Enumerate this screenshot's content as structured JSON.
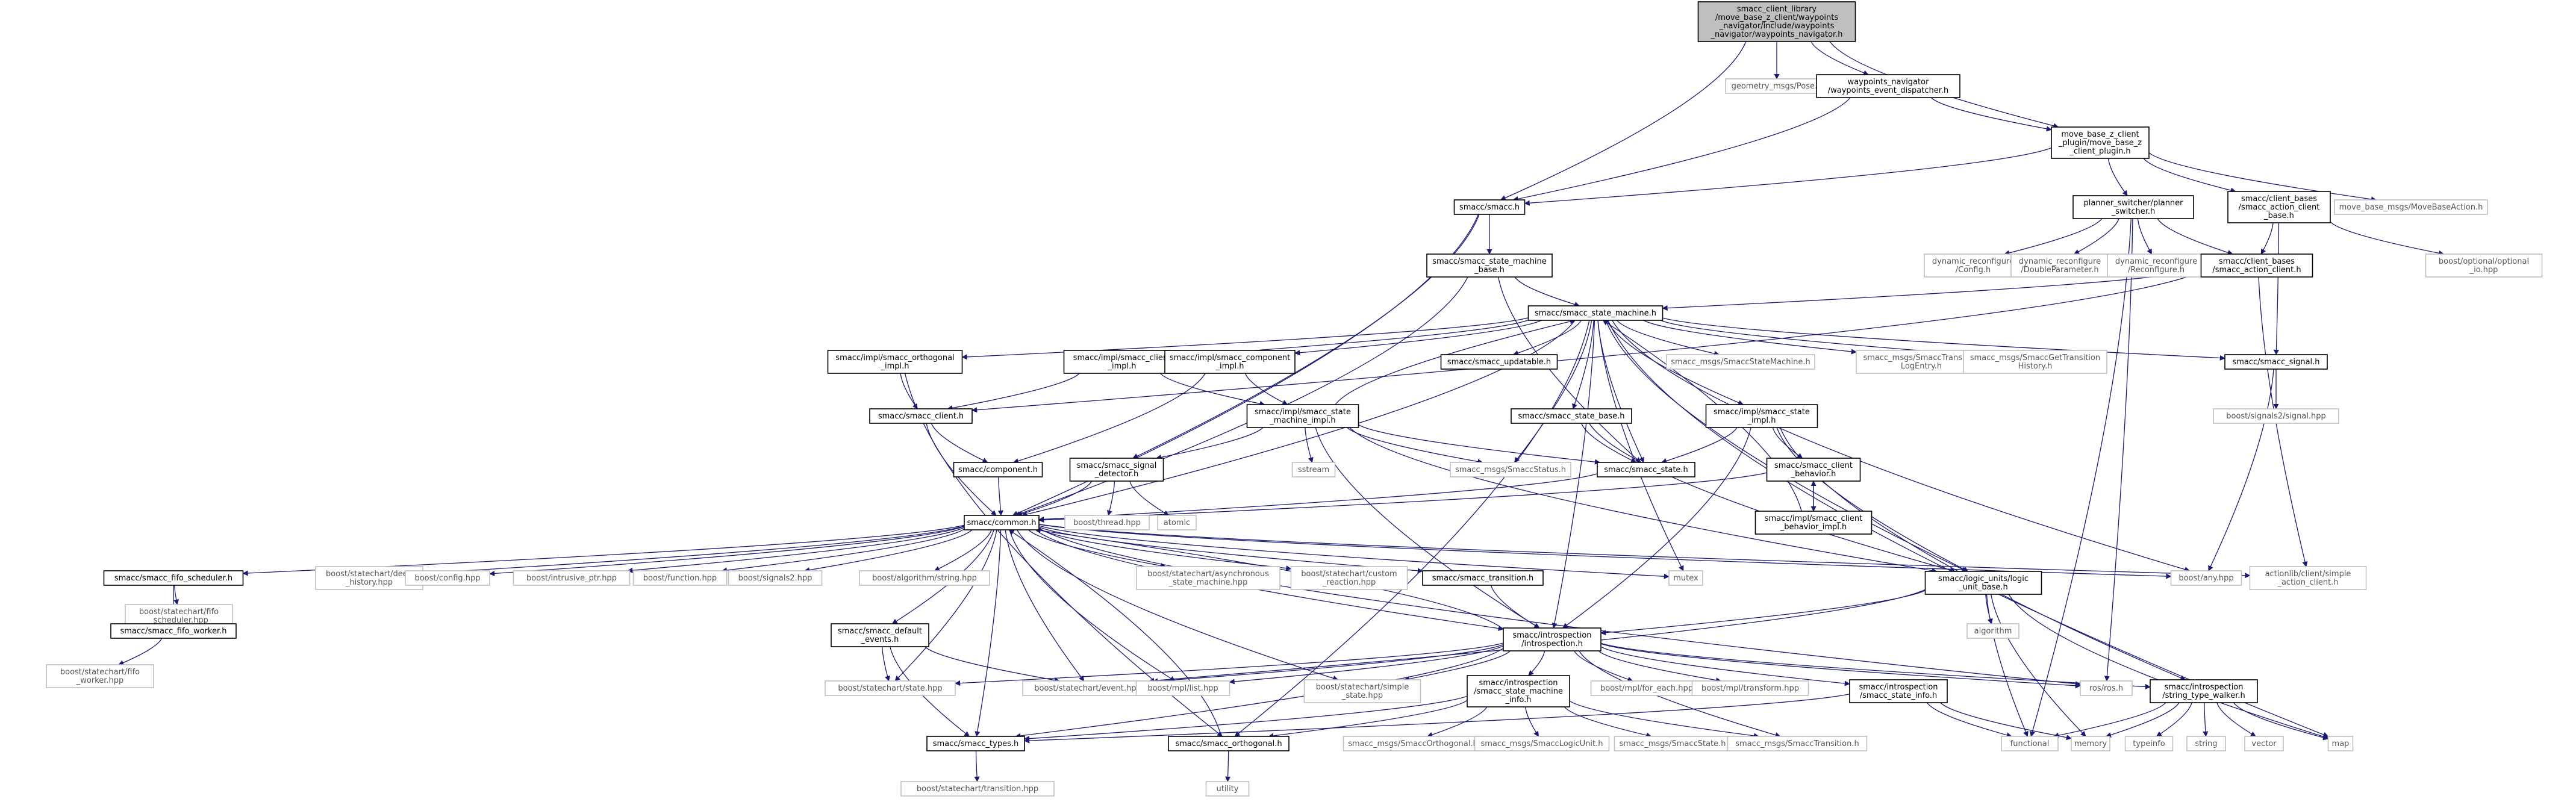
{
  "nodes": [
    {
      "id": "root",
      "lines": [
        "smacc_client_library",
        "/move_base_z_client/waypoints",
        "_navigator/include/waypoints",
        "_navigator/waypoints_navigator.h"
      ],
      "style": "root"
    },
    {
      "id": "geometry_pose",
      "lines": [
        "geometry_msgs/Pose.h"
      ],
      "style": "ext"
    },
    {
      "id": "wp_dispatcher",
      "lines": [
        "waypoints_navigator",
        "/waypoints_event_dispatcher.h"
      ],
      "style": "int"
    },
    {
      "id": "mbz_plugin",
      "lines": [
        "move_base_z_client",
        "_plugin/move_base_z",
        "_client_plugin.h"
      ],
      "style": "int"
    },
    {
      "id": "smacc_h",
      "lines": [
        "smacc/smacc.h"
      ],
      "style": "int"
    },
    {
      "id": "ccb_action_client_base",
      "lines": [
        "smacc/client_bases",
        "/smacc_action_client",
        "_base.h"
      ],
      "style": "int"
    },
    {
      "id": "mb_msgs_action",
      "lines": [
        "move_base_msgs/MoveBaseAction.h"
      ],
      "style": "ext"
    },
    {
      "id": "planner_switcher",
      "lines": [
        "planner_switcher/planner",
        "_switcher.h"
      ],
      "style": "int"
    },
    {
      "id": "boost_optional_io",
      "lines": [
        "boost/optional/optional",
        "_io.hpp"
      ],
      "style": "ext"
    },
    {
      "id": "state_machine_base",
      "lines": [
        "smacc/smacc_state_machine",
        "_base.h"
      ],
      "style": "int"
    },
    {
      "id": "dr_config",
      "lines": [
        "dynamic_reconfigure",
        "/Config.h"
      ],
      "style": "ext"
    },
    {
      "id": "dr_double",
      "lines": [
        "dynamic_reconfigure",
        "/DoubleParameter.h"
      ],
      "style": "ext"
    },
    {
      "id": "dr_reconf",
      "lines": [
        "dynamic_reconfigure",
        "/Reconfigure.h"
      ],
      "style": "ext"
    },
    {
      "id": "ccb_action_client",
      "lines": [
        "smacc/client_bases",
        "/smacc_action_client.h"
      ],
      "style": "int"
    },
    {
      "id": "state_machine",
      "lines": [
        "smacc/smacc_state_machine.h"
      ],
      "style": "int"
    },
    {
      "id": "impl_orthogonal",
      "lines": [
        "smacc/impl/smacc_orthogonal",
        "_impl.h"
      ],
      "style": "int"
    },
    {
      "id": "impl_client",
      "lines": [
        "smacc/impl/smacc_client",
        "_impl.h"
      ],
      "style": "int"
    },
    {
      "id": "impl_component",
      "lines": [
        "smacc/impl/smacc_component",
        "_impl.h"
      ],
      "style": "int"
    },
    {
      "id": "updatable",
      "lines": [
        "smacc/smacc_updatable.h"
      ],
      "style": "int"
    },
    {
      "id": "msg_statemachine",
      "lines": [
        "smacc_msgs/SmaccStateMachine.h"
      ],
      "style": "ext"
    },
    {
      "id": "msg_transition_log",
      "lines": [
        "smacc_msgs/SmaccTransition",
        "LogEntry.h"
      ],
      "style": "ext"
    },
    {
      "id": "msg_get_history",
      "lines": [
        "smacc_msgs/SmaccGetTransition",
        "History.h"
      ],
      "style": "ext"
    },
    {
      "id": "signal",
      "lines": [
        "smacc/smacc_signal.h"
      ],
      "style": "int"
    },
    {
      "id": "smacc_client",
      "lines": [
        "smacc/smacc_client.h"
      ],
      "style": "int"
    },
    {
      "id": "impl_state_machine",
      "lines": [
        "smacc/impl/smacc_state",
        "_machine_impl.h"
      ],
      "style": "int"
    },
    {
      "id": "state_base",
      "lines": [
        "smacc/smacc_state_base.h"
      ],
      "style": "int"
    },
    {
      "id": "impl_state",
      "lines": [
        "smacc/impl/smacc_state",
        "_impl.h"
      ],
      "style": "int"
    },
    {
      "id": "boost_signals2_signal",
      "lines": [
        "boost/signals2/signal.hpp"
      ],
      "style": "ext"
    },
    {
      "id": "component",
      "lines": [
        "smacc/component.h"
      ],
      "style": "int"
    },
    {
      "id": "signal_detector",
      "lines": [
        "smacc/smacc_signal",
        "_detector.h"
      ],
      "style": "int"
    },
    {
      "id": "sstream",
      "lines": [
        "sstream"
      ],
      "style": "ext"
    },
    {
      "id": "msg_status",
      "lines": [
        "smacc_msgs/SmaccStatus.h"
      ],
      "style": "ext"
    },
    {
      "id": "smacc_state",
      "lines": [
        "smacc/smacc_state.h"
      ],
      "style": "int"
    },
    {
      "id": "client_behavior",
      "lines": [
        "smacc/smacc_client",
        "_behavior.h"
      ],
      "style": "int"
    },
    {
      "id": "boost_thread",
      "lines": [
        "boost/thread.hpp"
      ],
      "style": "ext"
    },
    {
      "id": "atomic",
      "lines": [
        "atomic"
      ],
      "style": "ext"
    },
    {
      "id": "impl_client_behavior",
      "lines": [
        "smacc/impl/smacc_client",
        "_behavior_impl.h"
      ],
      "style": "int"
    },
    {
      "id": "common",
      "lines": [
        "smacc/common.h"
      ],
      "style": "int"
    },
    {
      "id": "fifo_scheduler",
      "lines": [
        "smacc/smacc_fifo_scheduler.h"
      ],
      "style": "int"
    },
    {
      "id": "b_deep_history",
      "lines": [
        "boost/statechart/deep",
        "_history.hpp"
      ],
      "style": "ext"
    },
    {
      "id": "b_config",
      "lines": [
        "boost/config.hpp"
      ],
      "style": "ext"
    },
    {
      "id": "b_intrusive",
      "lines": [
        "boost/intrusive_ptr.hpp"
      ],
      "style": "ext"
    },
    {
      "id": "b_function",
      "lines": [
        "boost/function.hpp"
      ],
      "style": "ext"
    },
    {
      "id": "b_signals2",
      "lines": [
        "boost/signals2.hpp"
      ],
      "style": "ext"
    },
    {
      "id": "b_alg_string",
      "lines": [
        "boost/algorithm/string.hpp"
      ],
      "style": "ext"
    },
    {
      "id": "b_async_sm",
      "lines": [
        "boost/statechart/asynchronous",
        "_state_machine.hpp"
      ],
      "style": "ext"
    },
    {
      "id": "b_custom_reaction",
      "lines": [
        "boost/statechart/custom",
        "_reaction.hpp"
      ],
      "style": "ext"
    },
    {
      "id": "transition",
      "lines": [
        "smacc/smacc_transition.h"
      ],
      "style": "int"
    },
    {
      "id": "mutex",
      "lines": [
        "mutex"
      ],
      "style": "ext"
    },
    {
      "id": "logic_unit_base",
      "lines": [
        "smacc/logic_units/logic",
        "_unit_base.h"
      ],
      "style": "int"
    },
    {
      "id": "b_any",
      "lines": [
        "boost/any.hpp"
      ],
      "style": "ext"
    },
    {
      "id": "actionlib_simple",
      "lines": [
        "actionlib/client/simple",
        "_action_client.h"
      ],
      "style": "ext"
    },
    {
      "id": "b_fifo_scheduler",
      "lines": [
        "boost/statechart/fifo",
        "_scheduler.hpp"
      ],
      "style": "ext"
    },
    {
      "id": "fifo_worker",
      "lines": [
        "smacc/smacc_fifo_worker.h"
      ],
      "style": "int"
    },
    {
      "id": "default_events",
      "lines": [
        "smacc/smacc_default",
        "_events.h"
      ],
      "style": "int"
    },
    {
      "id": "introspection",
      "lines": [
        "smacc/introspection",
        "/introspection.h"
      ],
      "style": "int"
    },
    {
      "id": "algorithm",
      "lines": [
        "algorithm"
      ],
      "style": "ext"
    },
    {
      "id": "b_fifo_worker",
      "lines": [
        "boost/statechart/fifo",
        "_worker.hpp"
      ],
      "style": "ext"
    },
    {
      "id": "b_state",
      "lines": [
        "boost/statechart/state.hpp"
      ],
      "style": "ext"
    },
    {
      "id": "b_event",
      "lines": [
        "boost/statechart/event.hpp"
      ],
      "style": "ext"
    },
    {
      "id": "b_mpl_list",
      "lines": [
        "boost/mpl/list.hpp"
      ],
      "style": "ext"
    },
    {
      "id": "b_simple_state",
      "lines": [
        "boost/statechart/simple",
        "_state.hpp"
      ],
      "style": "ext"
    },
    {
      "id": "intro_sm_info",
      "lines": [
        "smacc/introspection",
        "/smacc_state_machine",
        "_info.h"
      ],
      "style": "int"
    },
    {
      "id": "b_for_each",
      "lines": [
        "boost/mpl/for_each.hpp"
      ],
      "style": "ext"
    },
    {
      "id": "b_transform",
      "lines": [
        "boost/mpl/transform.hpp"
      ],
      "style": "ext"
    },
    {
      "id": "intro_state_info",
      "lines": [
        "smacc/introspection",
        "/smacc_state_info.h"
      ],
      "style": "int"
    },
    {
      "id": "ros",
      "lines": [
        "ros/ros.h"
      ],
      "style": "ext"
    },
    {
      "id": "string_walker",
      "lines": [
        "smacc/introspection",
        "/string_type_walker.h"
      ],
      "style": "int"
    },
    {
      "id": "types",
      "lines": [
        "smacc/smacc_types.h"
      ],
      "style": "int"
    },
    {
      "id": "orthogonal",
      "lines": [
        "smacc/smacc_orthogonal.h"
      ],
      "style": "int"
    },
    {
      "id": "msg_orthogonal",
      "lines": [
        "smacc_msgs/SmaccOrthogonal.h"
      ],
      "style": "ext"
    },
    {
      "id": "msg_logicunit",
      "lines": [
        "smacc_msgs/SmaccLogicUnit.h"
      ],
      "style": "ext"
    },
    {
      "id": "msg_state",
      "lines": [
        "smacc_msgs/SmaccState.h"
      ],
      "style": "ext"
    },
    {
      "id": "msg_transition",
      "lines": [
        "smacc_msgs/SmaccTransition.h"
      ],
      "style": "ext"
    },
    {
      "id": "functional",
      "lines": [
        "functional"
      ],
      "style": "ext"
    },
    {
      "id": "memory",
      "lines": [
        "memory"
      ],
      "style": "ext"
    },
    {
      "id": "typeinfo",
      "lines": [
        "typeinfo"
      ],
      "style": "ext"
    },
    {
      "id": "string",
      "lines": [
        "string"
      ],
      "style": "ext"
    },
    {
      "id": "vector",
      "lines": [
        "vector"
      ],
      "style": "ext"
    },
    {
      "id": "map",
      "lines": [
        "map"
      ],
      "style": "ext"
    },
    {
      "id": "b_transition",
      "lines": [
        "boost/statechart/transition.hpp"
      ],
      "style": "ext"
    },
    {
      "id": "utility",
      "lines": [
        "utility"
      ],
      "style": "ext"
    }
  ],
  "edges": [
    [
      "root",
      "geometry_pose"
    ],
    [
      "root",
      "wp_dispatcher"
    ],
    [
      "root",
      "mbz_plugin"
    ],
    [
      "root",
      "smacc_h"
    ],
    [
      "wp_dispatcher",
      "mbz_plugin"
    ],
    [
      "wp_dispatcher",
      "smacc_h"
    ],
    [
      "mbz_plugin",
      "smacc_h"
    ],
    [
      "mbz_plugin",
      "ccb_action_client_base"
    ],
    [
      "mbz_plugin",
      "mb_msgs_action"
    ],
    [
      "mbz_plugin",
      "planner_switcher"
    ],
    [
      "smacc_h",
      "common"
    ],
    [
      "smacc_h",
      "state_machine_base"
    ],
    [
      "smacc_h",
      "signal_detector"
    ],
    [
      "ccb_action_client_base",
      "ccb_action_client"
    ],
    [
      "ccb_action_client_base",
      "boost_optional_io"
    ],
    [
      "ccb_action_client_base",
      "signal"
    ],
    [
      "planner_switcher",
      "dr_config"
    ],
    [
      "planner_switcher",
      "dr_double"
    ],
    [
      "planner_switcher",
      "dr_reconf"
    ],
    [
      "planner_switcher",
      "ccb_action_client"
    ],
    [
      "planner_switcher",
      "ros"
    ],
    [
      "planner_switcher",
      "functional"
    ],
    [
      "state_machine_base",
      "state_machine"
    ],
    [
      "state_machine_base",
      "common"
    ],
    [
      "state_machine_base",
      "smacc_state"
    ],
    [
      "ccb_action_client",
      "smacc_client"
    ],
    [
      "ccb_action_client",
      "state_machine"
    ],
    [
      "ccb_action_client",
      "actionlib_simple"
    ],
    [
      "state_machine",
      "impl_orthogonal"
    ],
    [
      "state_machine",
      "impl_client"
    ],
    [
      "state_machine",
      "impl_component"
    ],
    [
      "state_machine",
      "updatable"
    ],
    [
      "state_machine",
      "msg_statemachine"
    ],
    [
      "state_machine",
      "msg_transition_log"
    ],
    [
      "state_machine",
      "msg_get_history"
    ],
    [
      "state_machine",
      "signal"
    ],
    [
      "state_machine",
      "common"
    ],
    [
      "state_machine",
      "state_base"
    ],
    [
      "state_machine",
      "impl_state"
    ],
    [
      "state_machine",
      "msg_status"
    ],
    [
      "state_machine",
      "smacc_state"
    ],
    [
      "state_machine",
      "orthogonal"
    ],
    [
      "state_machine",
      "mutex"
    ],
    [
      "state_machine",
      "logic_unit_base"
    ],
    [
      "state_machine",
      "b_any"
    ],
    [
      "state_machine",
      "map"
    ],
    [
      "state_machine",
      "introspection"
    ],
    [
      "impl_orthogonal",
      "smacc_client"
    ],
    [
      "impl_orthogonal",
      "orthogonal"
    ],
    [
      "impl_client",
      "smacc_client"
    ],
    [
      "impl_client",
      "impl_state_machine"
    ],
    [
      "impl_component",
      "component"
    ],
    [
      "impl_component",
      "impl_state_machine"
    ],
    [
      "signal",
      "boost_signals2_signal"
    ],
    [
      "signal",
      "b_any"
    ],
    [
      "smacc_client",
      "common"
    ],
    [
      "smacc_client",
      "component"
    ],
    [
      "impl_state_machine",
      "state_machine"
    ],
    [
      "impl_state_machine",
      "signal_detector"
    ],
    [
      "impl_state_machine",
      "sstream"
    ],
    [
      "impl_state_machine",
      "msg_status"
    ],
    [
      "impl_state_machine",
      "smacc_state"
    ],
    [
      "impl_state_machine",
      "introspection"
    ],
    [
      "impl_state_machine",
      "logic_unit_base"
    ],
    [
      "state_base",
      "smacc_state"
    ],
    [
      "state_base",
      "logic_unit_base"
    ],
    [
      "impl_state",
      "smacc_state"
    ],
    [
      "impl_state",
      "client_behavior"
    ],
    [
      "impl_state",
      "logic_unit_base"
    ],
    [
      "impl_state",
      "introspection"
    ],
    [
      "impl_state",
      "string_walker"
    ],
    [
      "component",
      "common"
    ],
    [
      "signal_detector",
      "common"
    ],
    [
      "signal_detector",
      "boost_thread"
    ],
    [
      "signal_detector",
      "atomic"
    ],
    [
      "smacc_state",
      "common"
    ],
    [
      "client_behavior",
      "impl_client_behavior"
    ],
    [
      "client_behavior",
      "common"
    ],
    [
      "impl_client_behavior",
      "client_behavior"
    ],
    [
      "impl_client_behavior",
      "state_machine"
    ],
    [
      "common",
      "fifo_scheduler"
    ],
    [
      "common",
      "b_deep_history"
    ],
    [
      "common",
      "b_config"
    ],
    [
      "common",
      "b_intrusive"
    ],
    [
      "common",
      "b_function"
    ],
    [
      "common",
      "b_signals2"
    ],
    [
      "common",
      "b_alg_string"
    ],
    [
      "common",
      "b_async_sm"
    ],
    [
      "common",
      "b_custom_reaction"
    ],
    [
      "common",
      "transition"
    ],
    [
      "common",
      "mutex"
    ],
    [
      "common",
      "b_any"
    ],
    [
      "common",
      "actionlib_simple"
    ],
    [
      "common",
      "default_events"
    ],
    [
      "common",
      "introspection"
    ],
    [
      "common",
      "b_state"
    ],
    [
      "common",
      "b_event"
    ],
    [
      "common",
      "b_mpl_list"
    ],
    [
      "common",
      "b_simple_state"
    ],
    [
      "common",
      "types"
    ],
    [
      "common",
      "ros"
    ],
    [
      "fifo_scheduler",
      "fifo_worker"
    ],
    [
      "fifo_scheduler",
      "b_fifo_scheduler"
    ],
    [
      "fifo_worker",
      "b_fifo_worker"
    ],
    [
      "default_events",
      "b_state"
    ],
    [
      "default_events",
      "b_event"
    ],
    [
      "default_events",
      "types"
    ],
    [
      "transition",
      "introspection"
    ],
    [
      "logic_unit_base",
      "introspection"
    ],
    [
      "logic_unit_base",
      "algorithm"
    ],
    [
      "logic_unit_base",
      "functional"
    ],
    [
      "logic_unit_base",
      "memory"
    ],
    [
      "logic_unit_base",
      "b_event"
    ],
    [
      "logic_unit_base",
      "map"
    ],
    [
      "introspection",
      "b_state"
    ],
    [
      "introspection",
      "b_event"
    ],
    [
      "introspection",
      "b_mpl_list"
    ],
    [
      "introspection",
      "b_simple_state"
    ],
    [
      "introspection",
      "intro_sm_info"
    ],
    [
      "introspection",
      "b_for_each"
    ],
    [
      "introspection",
      "b_transform"
    ],
    [
      "introspection",
      "intro_state_info"
    ],
    [
      "introspection",
      "ros"
    ],
    [
      "introspection",
      "string_walker"
    ],
    [
      "introspection",
      "types"
    ],
    [
      "introspection",
      "msg_transition"
    ],
    [
      "introspection",
      "common"
    ],
    [
      "intro_sm_info",
      "orthogonal"
    ],
    [
      "intro_sm_info",
      "msg_orthogonal"
    ],
    [
      "intro_sm_info",
      "msg_logicunit"
    ],
    [
      "intro_sm_info",
      "msg_state"
    ],
    [
      "intro_sm_info",
      "msg_transition"
    ],
    [
      "intro_sm_info",
      "types"
    ],
    [
      "intro_state_info",
      "types"
    ],
    [
      "intro_state_info",
      "functional"
    ],
    [
      "intro_state_info",
      "memory"
    ],
    [
      "string_walker",
      "memory"
    ],
    [
      "string_walker",
      "typeinfo"
    ],
    [
      "string_walker",
      "string"
    ],
    [
      "string_walker",
      "vector"
    ],
    [
      "string_walker",
      "map"
    ],
    [
      "string_walker",
      "functional"
    ],
    [
      "types",
      "b_transition"
    ],
    [
      "orthogonal",
      "utility"
    ],
    [
      "orthogonal",
      "common"
    ]
  ]
}
